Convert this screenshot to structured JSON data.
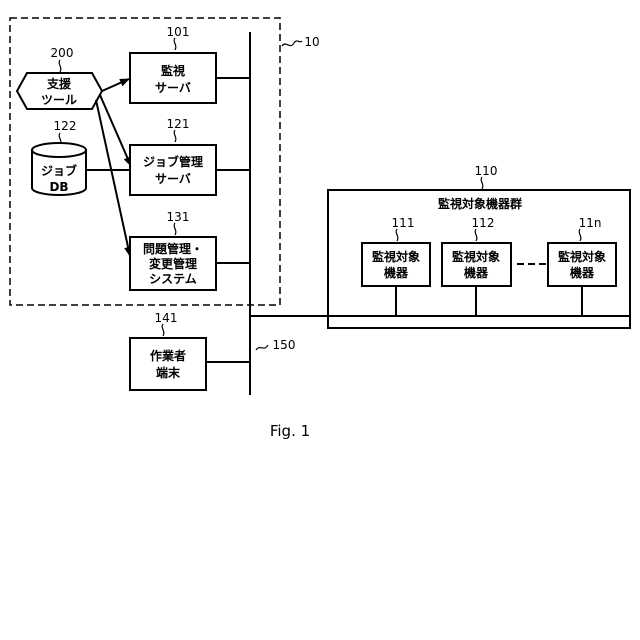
{
  "system_ref": "10",
  "network_ref": "150",
  "support_tool": {
    "ref": "200",
    "line1": "支援",
    "line2": "ツール"
  },
  "job_db": {
    "ref": "122",
    "line1": "ジョブ",
    "line2": "DB"
  },
  "monitoring_server": {
    "ref": "101",
    "line1": "監視",
    "line2": "サーバ"
  },
  "job_server": {
    "ref": "121",
    "line1": "ジョブ管理",
    "line2": "サーバ"
  },
  "problem_system": {
    "ref": "131",
    "line1": "問題管理・",
    "line2": "変更管理",
    "line3": "システム"
  },
  "worker_terminal": {
    "ref": "141",
    "line1": "作業者",
    "line2": "端末"
  },
  "device_group": {
    "ref": "110",
    "title": "監視対象機器群",
    "devices": [
      {
        "ref": "111",
        "line1": "監視対象",
        "line2": "機器"
      },
      {
        "ref": "112",
        "line1": "監視対象",
        "line2": "機器"
      },
      {
        "ref": "11n",
        "line1": "監視対象",
        "line2": "機器"
      }
    ]
  },
  "caption": "Fig. 1"
}
